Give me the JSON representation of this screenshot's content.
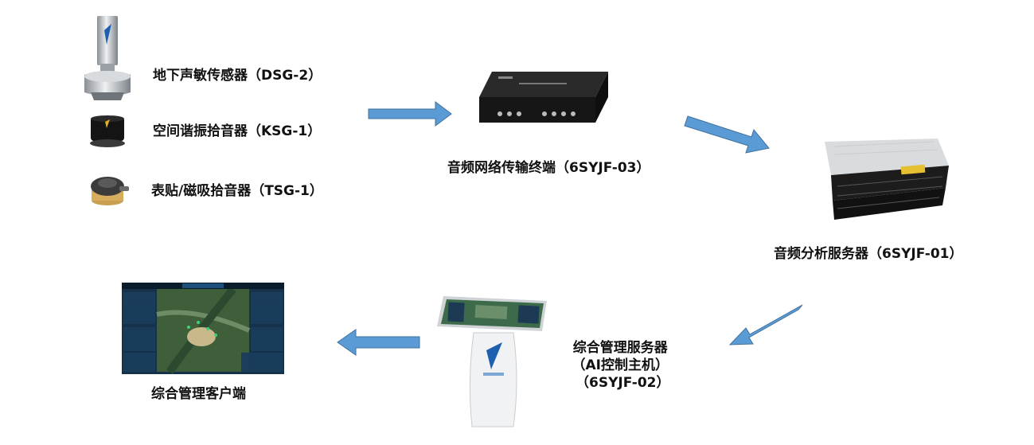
{
  "sensors": [
    {
      "label": "地下声敏传感器（DSG-2）"
    },
    {
      "label": "空间谐振拾音器（KSG-1）"
    },
    {
      "label": "表贴/磁吸拾音器（TSG-1）"
    }
  ],
  "terminal": {
    "label": "音频网络传输终端（6SYJF-03）"
  },
  "analysis_server": {
    "label": "音频分析服务器（6SYJF-01）"
  },
  "mgmt_server": {
    "line1": "综合管理服务器",
    "line2": "（AI控制主机）",
    "line3": "（6SYJF-02）"
  },
  "client": {
    "label": "综合管理客户端"
  },
  "colors": {
    "arrow": "#5b9bd5",
    "arrow_stroke": "#41719c",
    "device_dark": "#1b1b1b"
  }
}
